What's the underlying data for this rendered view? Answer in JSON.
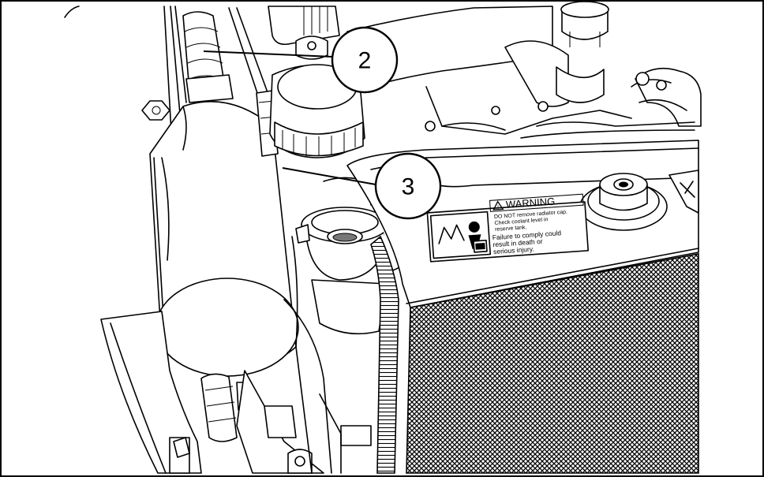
{
  "figure": {
    "callouts": [
      {
        "id": "callout-2",
        "label": "2"
      },
      {
        "id": "callout-3",
        "label": "3"
      }
    ],
    "warning_label": {
      "heading": "WARNING",
      "line1": "DO NOT remove radiator cap.",
      "line2": "Check coolant level in",
      "line3": "reserve tank.",
      "line4": "Failure to comply could",
      "line5": "result in death or",
      "line6": "serious injury."
    },
    "colors": {
      "ink": "#000000",
      "paper": "#ffffff"
    }
  }
}
